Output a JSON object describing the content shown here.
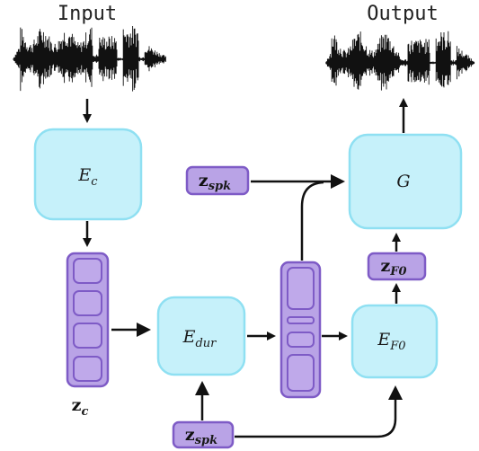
{
  "labels": {
    "input": "Input",
    "output": "Output"
  },
  "blocks": {
    "encoder_content": {
      "main": "E",
      "sub": "c"
    },
    "generator": {
      "main": "G"
    },
    "duration": {
      "main": "E",
      "sub": "dur"
    },
    "pitch": {
      "main": "E",
      "sub": "F0"
    }
  },
  "vectors": {
    "z_spk_top": {
      "main": "z",
      "sub": "spk"
    },
    "z_spk_bottom": {
      "main": "z",
      "sub": "spk"
    },
    "z_f0": {
      "main": "z",
      "sub": "F0"
    },
    "z_c_label": {
      "main": "z",
      "sub": "c"
    }
  },
  "colors": {
    "module_fill": "#c6f1fa",
    "module_stroke": "#8fe0f2",
    "latent_fill": "#b9a3e6",
    "latent_stroke": "#7e5bc6"
  }
}
